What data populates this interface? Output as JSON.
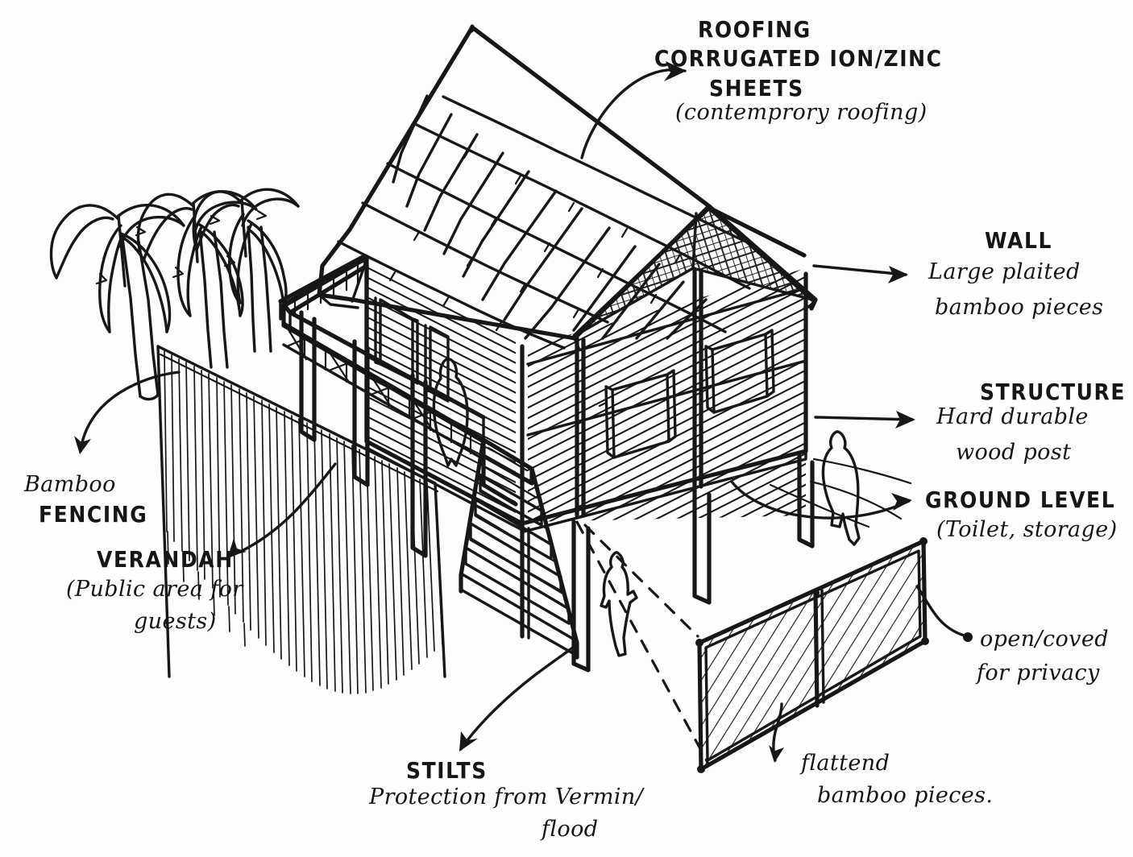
{
  "document": {
    "type": "architectural-concept-sketch",
    "subject": "Bamboo stilt house isometric sketch",
    "medium": "black ink pen on white paper",
    "ink_color": "#17171a",
    "paper_color": "#fdfdfc"
  },
  "annotations": [
    {
      "id": "roofing",
      "heading": "ROOFING",
      "lines": [
        "CORRUGATED ION/ZINC",
        "SHEETS"
      ],
      "note": "(contemprory roofing)",
      "points_to": "roof-plane"
    },
    {
      "id": "wall",
      "heading": "WALL",
      "lines": [
        "Large plaited",
        "bamboo pieces"
      ],
      "note": "",
      "points_to": "house-wall"
    },
    {
      "id": "structure",
      "heading": "STRUCTURE",
      "lines": [
        "Hard durable",
        "wood post"
      ],
      "note": "",
      "points_to": "wood-post"
    },
    {
      "id": "ground-level",
      "heading": "GROUND LEVEL",
      "lines": [],
      "note": "(Toilet, storage)",
      "points_to": "under-house-area"
    },
    {
      "id": "privacy",
      "heading": "",
      "lines": [
        "open/coved",
        "for privacy"
      ],
      "note": "",
      "points_to": "screen-panel"
    },
    {
      "id": "flattened-bamboo",
      "heading": "",
      "lines": [
        "flattend",
        "bamboo pieces."
      ],
      "note": "",
      "points_to": "screen-panel-lower"
    },
    {
      "id": "stilts",
      "heading": "STILTS",
      "lines": [
        "Protection from Vermin/",
        "flood"
      ],
      "note": "",
      "points_to": "stilt-post"
    },
    {
      "id": "bamboo-fencing",
      "heading": "",
      "lines": [
        "Bamboo",
        "FENCING"
      ],
      "note": "",
      "points_to": "fence"
    },
    {
      "id": "verandah",
      "heading": "VERANDAH",
      "lines": [
        "(Public area for",
        "guests)"
      ],
      "note": "",
      "points_to": "verandah-deck"
    }
  ],
  "labels": {
    "roofing_head": "ROOFING",
    "roofing_l1": "CORRUGATED ION/ZINC",
    "roofing_l2": "SHEETS",
    "roofing_note": "(contemprory roofing)",
    "wall_head": "WALL",
    "wall_l1": "Large plaited",
    "wall_l2": "bamboo pieces",
    "structure_head": "STRUCTURE",
    "structure_l1": "Hard durable",
    "structure_l2": "wood post",
    "ground_head": "GROUND LEVEL",
    "ground_note": "(Toilet, storage)",
    "privacy_l1": "open/coved",
    "privacy_l2": "for privacy",
    "flat_l1": "flattend",
    "flat_l2": "bamboo pieces.",
    "stilts_head": "STILTS",
    "stilts_l1": "Protection from Vermin/",
    "stilts_l2": "flood",
    "fence_l1": "Bamboo",
    "fence_l2": "FENCING",
    "verandah_head": "VERANDAH",
    "verandah_l1": "(Public area for",
    "verandah_l2": "guests)"
  },
  "scene_elements": [
    {
      "name": "palm-trees",
      "count": 3,
      "description": "three coconut palms at upper left"
    },
    {
      "name": "bamboo-fence",
      "description": "vertical bamboo slat fence enclosing the plot"
    },
    {
      "name": "gable-roof",
      "description": "steep corrugated gable roof with wide overhang"
    },
    {
      "name": "gable-screen",
      "description": "cross-hatched woven bamboo gable infill"
    },
    {
      "name": "house-walls",
      "description": "horizontally hatched plaited bamboo walls"
    },
    {
      "name": "windows",
      "count": 4,
      "description": "shuttered window openings"
    },
    {
      "name": "verandah",
      "description": "open deck with railing on the left side"
    },
    {
      "name": "stairs",
      "description": "flight of steps leading up to the verandah"
    },
    {
      "name": "stilts",
      "count": 7,
      "description": "tall wood posts raising the floor"
    },
    {
      "name": "human-figures",
      "count": 3,
      "description": "scale figures standing on the ground"
    },
    {
      "name": "detail-panel",
      "description": "enlarged two-bay hatched bamboo screen panel, lower right"
    },
    {
      "name": "dashed-leader",
      "description": "dashed line linking the house underside to the detail panel"
    }
  ]
}
